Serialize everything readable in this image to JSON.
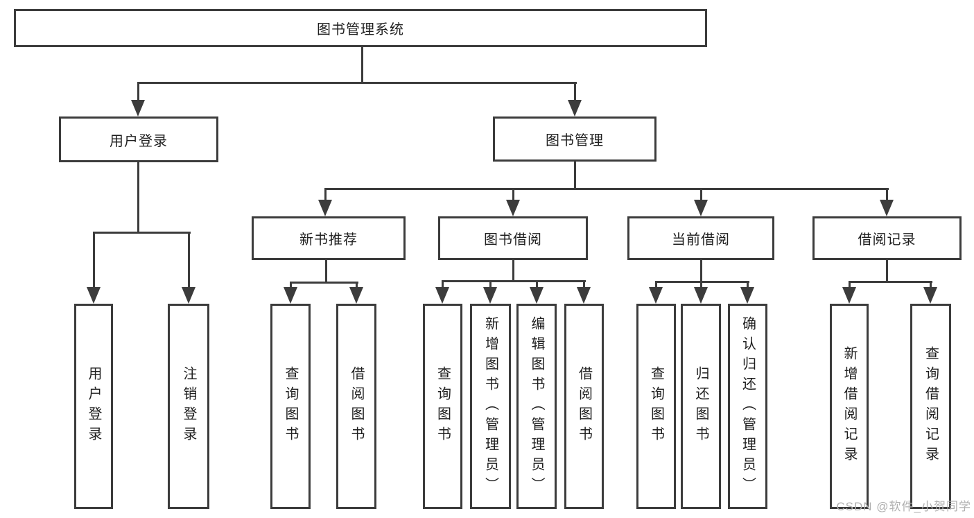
{
  "tree": {
    "root": {
      "label": "图书管理系统"
    },
    "branches": [
      {
        "label": "用户登录",
        "children": [
          "用户登录",
          "注销登录"
        ]
      },
      {
        "label": "图书管理",
        "sections": [
          {
            "label": "新书推荐",
            "children": [
              "查询图书",
              "借阅图书"
            ]
          },
          {
            "label": "图书借阅",
            "children": [
              "查询图书",
              "新增图书（管理员）",
              "编辑图书（管理员）",
              "借阅图书"
            ]
          },
          {
            "label": "当前借阅",
            "children": [
              "查询图书",
              "归还图书",
              "确认归还（管理员）"
            ]
          },
          {
            "label": "借阅记录",
            "children": [
              "新增借阅记录",
              "查询借阅记录"
            ]
          }
        ]
      }
    ]
  },
  "watermark": {
    "text": "CSDN @软件_小贺同学"
  },
  "colors": {
    "line": "#3c3c3c",
    "text": "#1f1f1f",
    "watermark": "#b0b0b0",
    "background": "#ffffff"
  }
}
